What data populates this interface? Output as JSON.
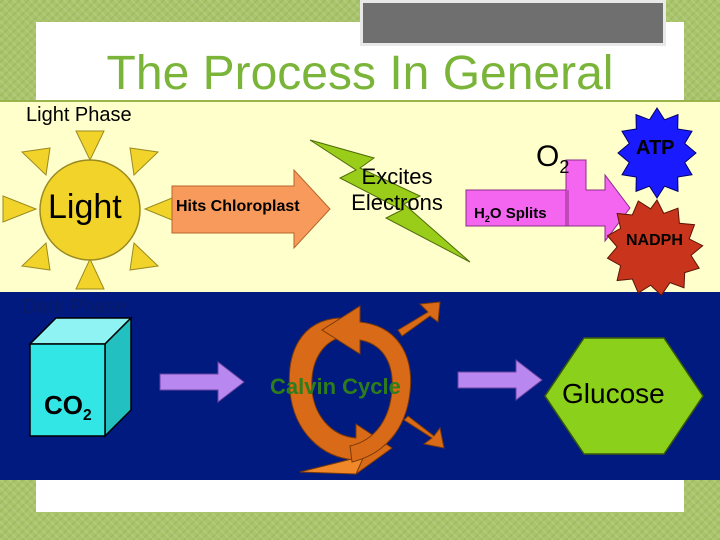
{
  "title": "The Process In General",
  "light_phase": {
    "label": "Light Phase",
    "sun_label": "Light",
    "arrow_label": "Hits Chloroplast",
    "bolt_label": "Excites Electrons",
    "oxygen": {
      "base": "O",
      "sub": "2"
    },
    "water_split": {
      "pre": "H",
      "sub": "2",
      "post": "O Splits"
    },
    "atp_label": "ATP",
    "nadph_label": "NADPH"
  },
  "dark_phase": {
    "label": "Dark Phase",
    "co2": {
      "base": "CO",
      "sub": "2"
    },
    "cycle_label": "Calvin Cycle",
    "product_label": "Glucose"
  },
  "colors": {
    "title": "#7ab53a",
    "sun": "#f2d32a",
    "arrows": "#f79a5b",
    "bolt": "#9acd1a",
    "split_arrow": "#f566f0",
    "atp": "#1a1aff",
    "nadph": "#c9341c",
    "cube": "#33e6e6",
    "process_arrows": "#b987f0",
    "cycle": "#d96a18",
    "glucose": "#8bd01a"
  }
}
